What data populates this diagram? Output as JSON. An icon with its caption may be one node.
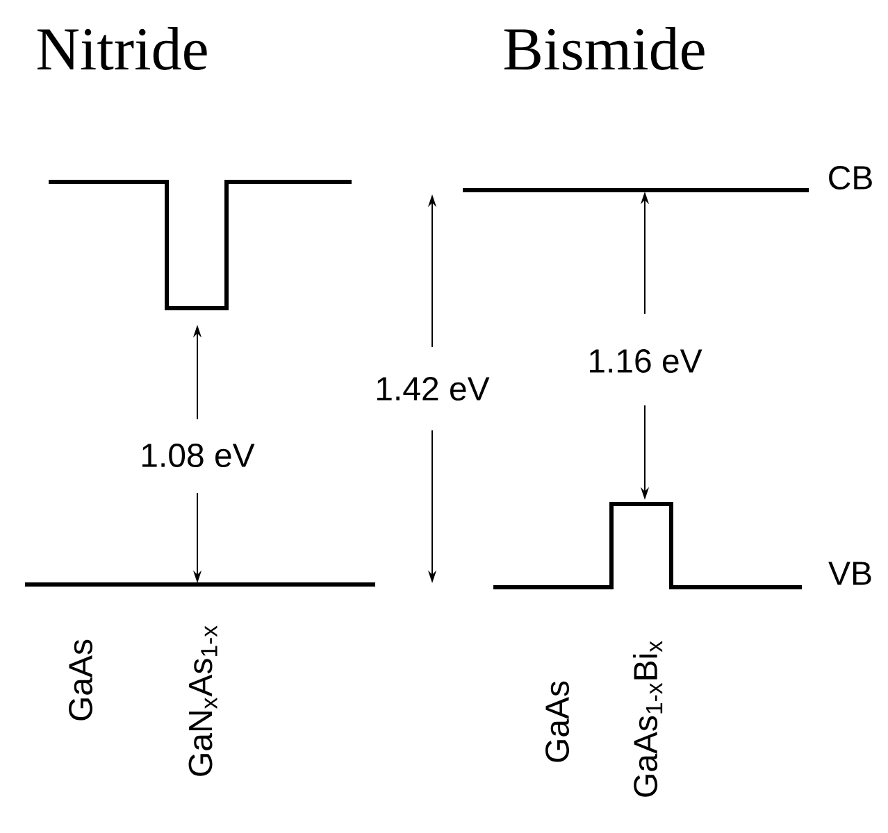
{
  "diagram": {
    "labels": [
      "Nitride",
      "Bismide",
      "CB",
      "1.42 eV",
      "1.16 eV",
      "1.08 eV",
      "VB",
      "GaAs",
      "GaN$_{x}$As$_{1-x}$",
      "GaAs",
      "GaAs$_{1-x}$Bi$_{x}$"
    ]
  }
}
